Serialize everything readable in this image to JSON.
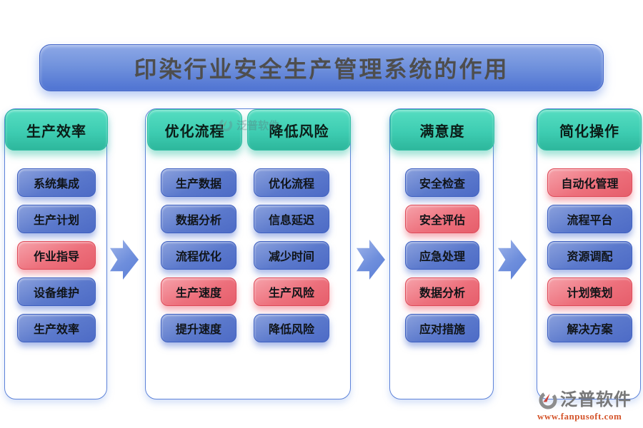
{
  "title": "印染行业安全生产管理系统的作用",
  "columns": [
    {
      "header": "生产效率",
      "items": [
        {
          "label": "系统集成",
          "variant": "blue"
        },
        {
          "label": "生产计划",
          "variant": "blue"
        },
        {
          "label": "作业指导",
          "variant": "red"
        },
        {
          "label": "设备维护",
          "variant": "blue"
        },
        {
          "label": "生产效率",
          "variant": "blue"
        }
      ]
    },
    {
      "header": "优化流程",
      "items": [
        {
          "label": "生产数据",
          "variant": "blue"
        },
        {
          "label": "数据分析",
          "variant": "blue"
        },
        {
          "label": "流程优化",
          "variant": "blue"
        },
        {
          "label": "生产速度",
          "variant": "red"
        },
        {
          "label": "提升速度",
          "variant": "blue"
        }
      ]
    },
    {
      "header": "降低风险",
      "items": [
        {
          "label": "优化流程",
          "variant": "blue"
        },
        {
          "label": "信息延迟",
          "variant": "blue"
        },
        {
          "label": "减少时间",
          "variant": "blue"
        },
        {
          "label": "生产风险",
          "variant": "red"
        },
        {
          "label": "降低风险",
          "variant": "blue"
        }
      ]
    },
    {
      "header": "满意度",
      "items": [
        {
          "label": "安全检查",
          "variant": "blue"
        },
        {
          "label": "安全评估",
          "variant": "red"
        },
        {
          "label": "应急处理",
          "variant": "blue"
        },
        {
          "label": "数据分析",
          "variant": "red"
        },
        {
          "label": "应对措施",
          "variant": "blue"
        }
      ]
    },
    {
      "header": "简化操作",
      "items": [
        {
          "label": "自动化管理",
          "variant": "red"
        },
        {
          "label": "流程平台",
          "variant": "blue"
        },
        {
          "label": "资源调配",
          "variant": "blue"
        },
        {
          "label": "计划策划",
          "variant": "red"
        },
        {
          "label": "解决方案",
          "variant": "blue"
        }
      ]
    }
  ],
  "logo": {
    "brand": "泛普软件",
    "website": "www.fanpusoft.com"
  },
  "colors": {
    "header_teal": "#3ecdb2",
    "item_blue": "#5b79cc",
    "item_red": "#ed707c",
    "title_blue": "#6f90dc",
    "panel_border": "#5d82d9",
    "url_orange": "#d4542a"
  }
}
